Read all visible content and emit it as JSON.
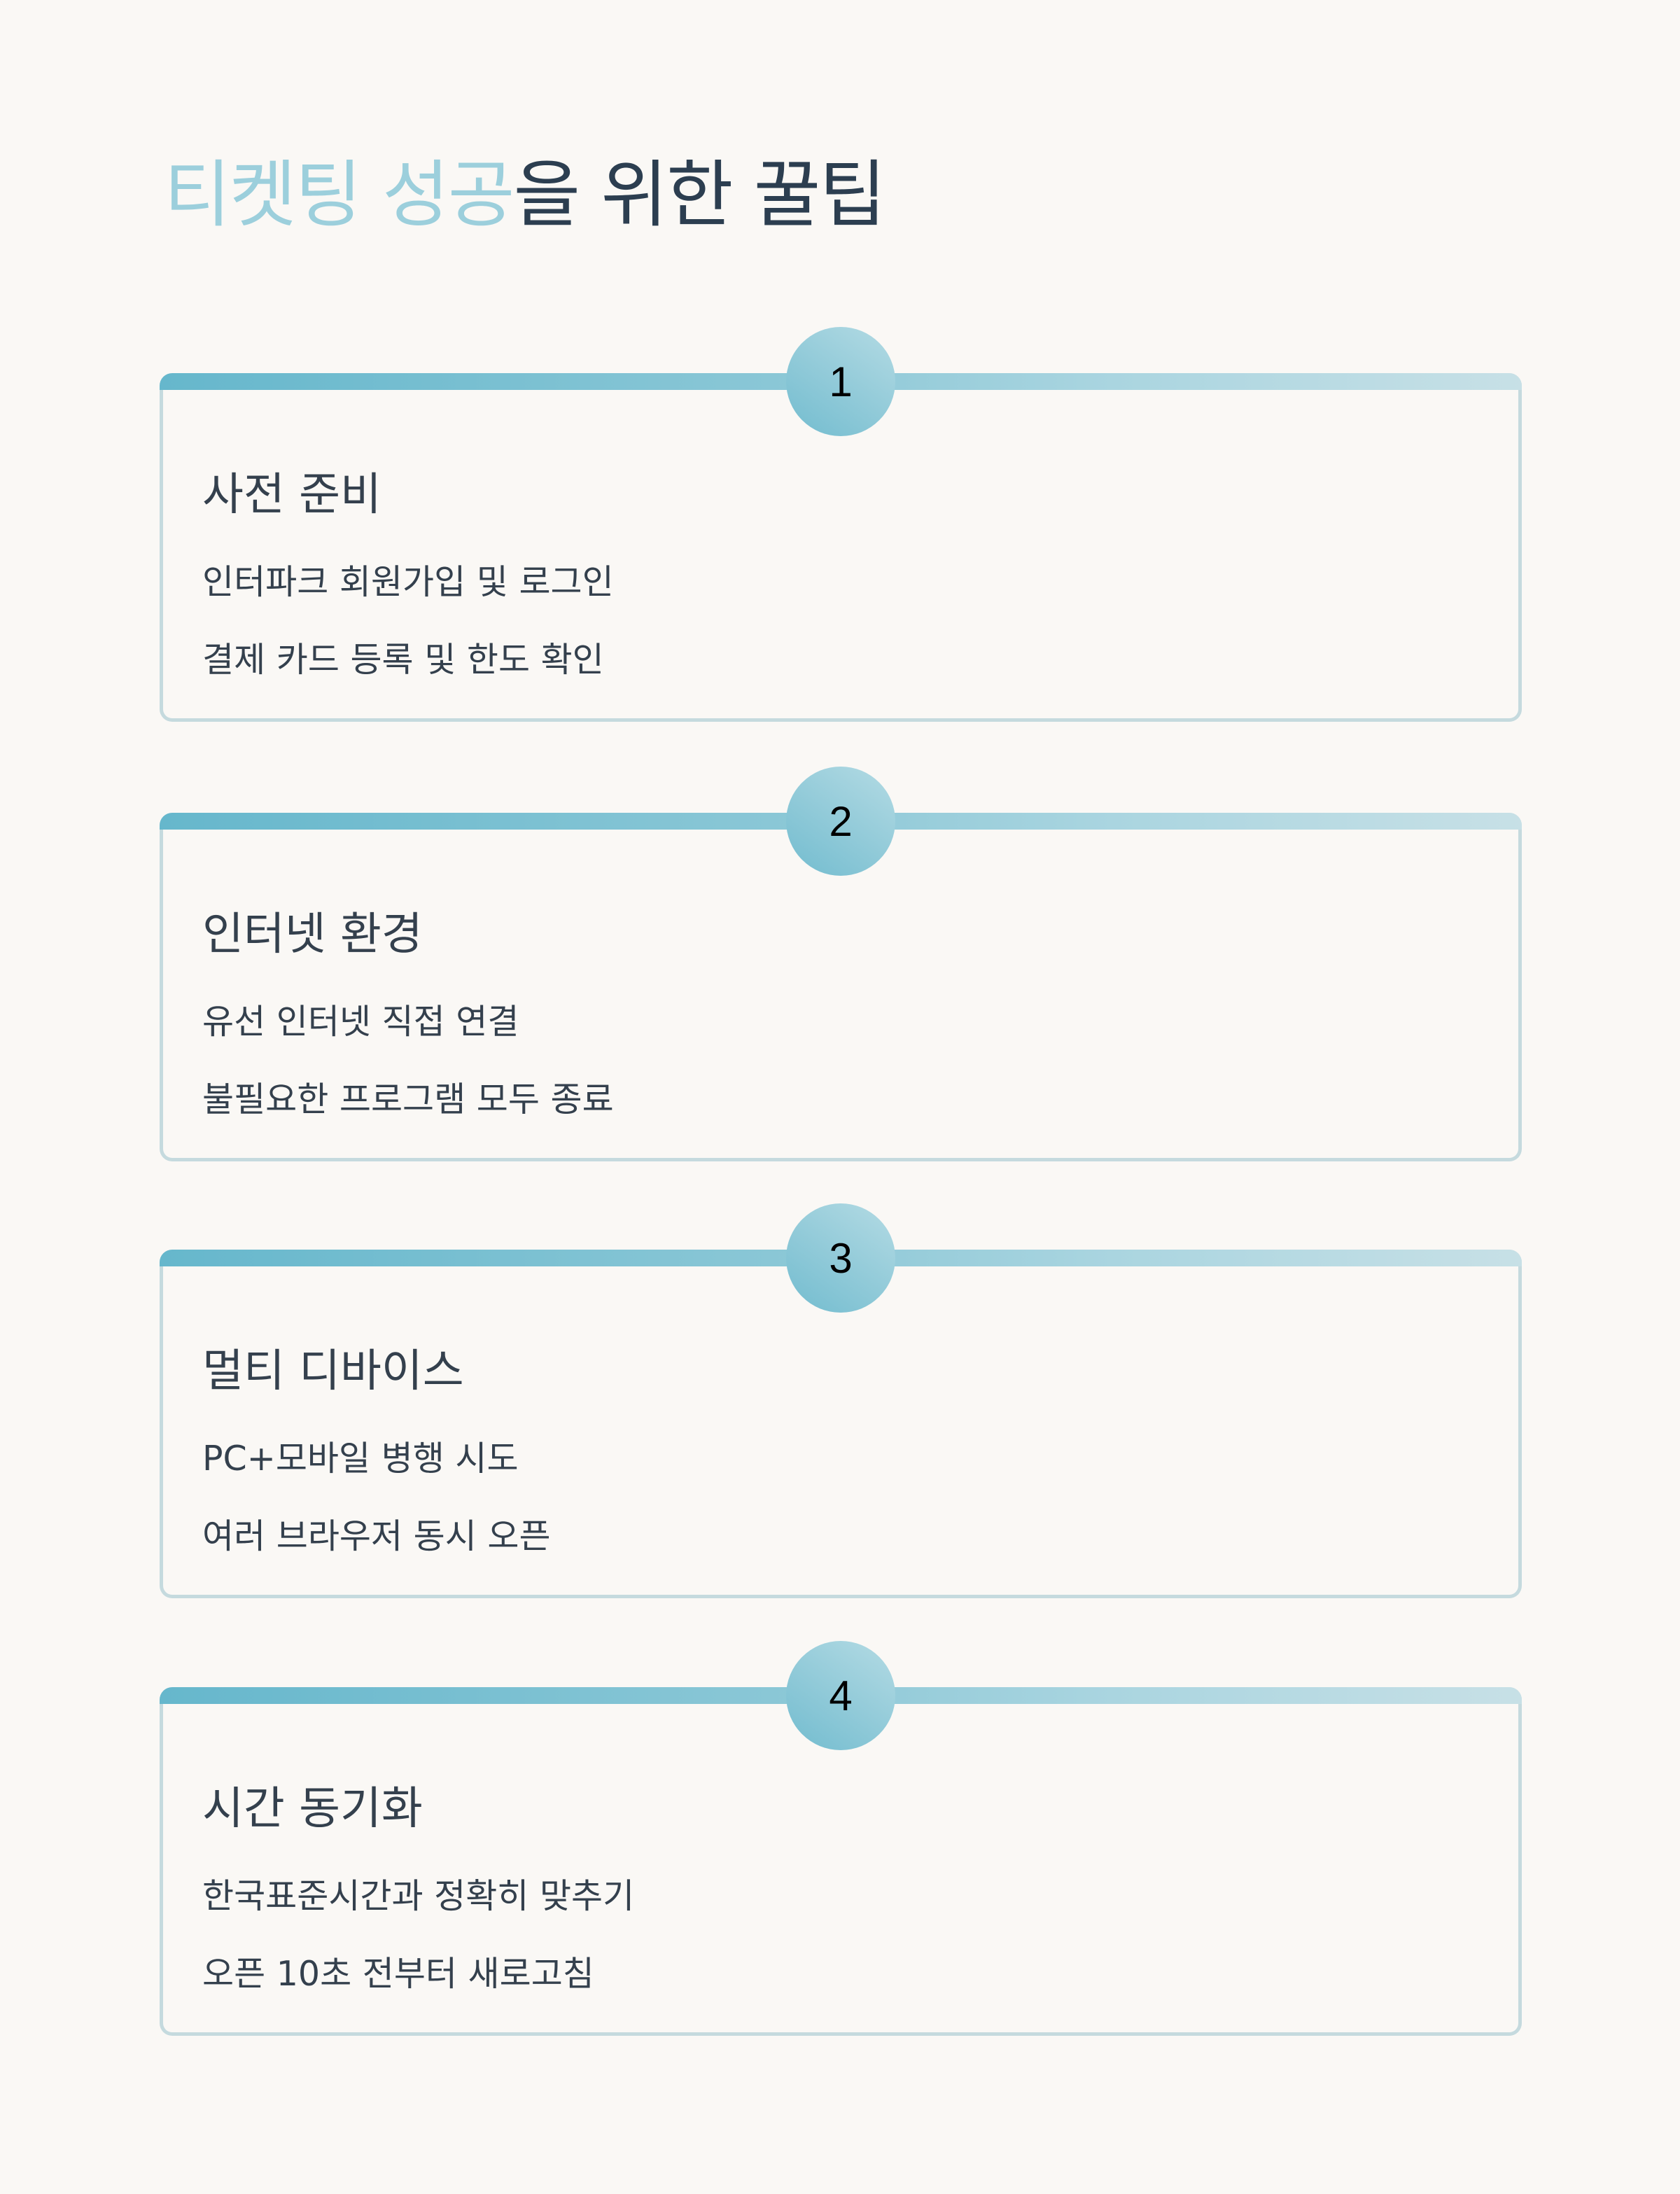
{
  "title": {
    "accent": "티켓팅 성공",
    "rest": "을 위한 꿀팁"
  },
  "colors": {
    "background": "#faf8f5",
    "title_accent": "#9ccfdc",
    "title_dark": "#2c3e50",
    "text": "#34404d",
    "bar_start": "#66b7cc",
    "bar_end": "#c7e0e6",
    "card_border": "#c5dade"
  },
  "tips": [
    {
      "number": "1",
      "heading": "사전 준비",
      "items": [
        "인터파크 회원가입 및 로그인",
        "결제 카드 등록 및 한도 확인"
      ]
    },
    {
      "number": "2",
      "heading": "인터넷 환경",
      "items": [
        "유선 인터넷 직접 연결",
        "불필요한 프로그램 모두 종료"
      ]
    },
    {
      "number": "3",
      "heading": "멀티 디바이스",
      "items": [
        "PC+모바일 병행 시도",
        "여러 브라우저 동시 오픈"
      ]
    },
    {
      "number": "4",
      "heading": "시간 동기화",
      "items": [
        "한국표준시간과 정확히 맞추기",
        "오픈 10초 전부터 새로고침"
      ]
    }
  ]
}
